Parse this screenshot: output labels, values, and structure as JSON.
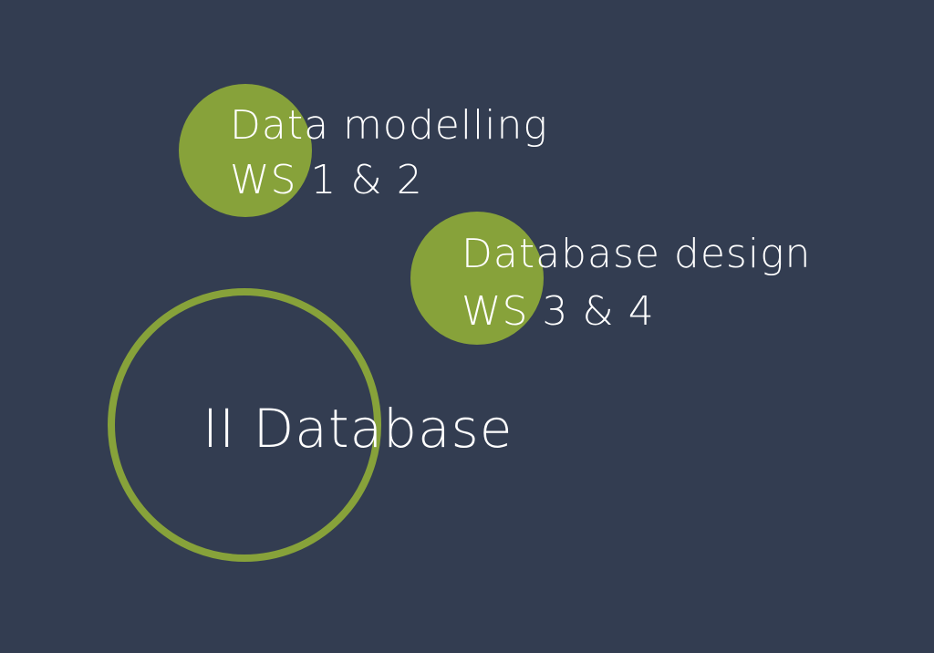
{
  "colors": {
    "background": "#333d51",
    "accent": "#87a23a",
    "text": "#ffffff"
  },
  "nodes": [
    {
      "title": "Data modelling",
      "subtitle": "WS 1 & 2"
    },
    {
      "title": "Database design",
      "subtitle": "WS 3 & 4"
    }
  ],
  "center": {
    "label": "II Database"
  }
}
